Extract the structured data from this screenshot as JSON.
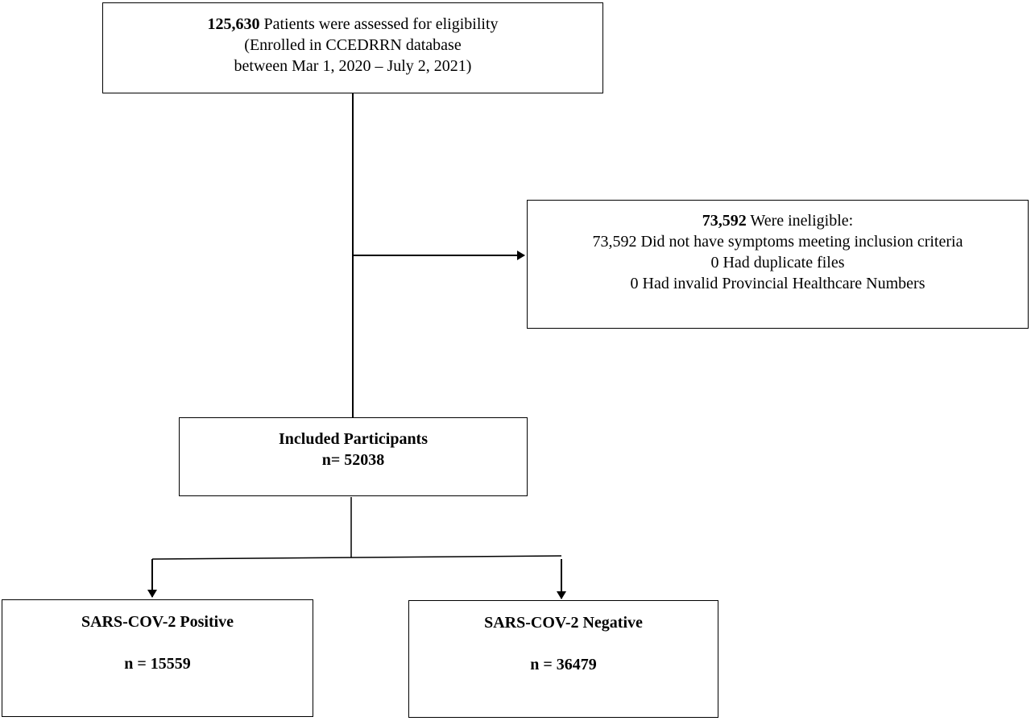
{
  "assessed": {
    "count": "125,630",
    "label": " Patients were assessed for eligibility",
    "line2": "(Enrolled in CCEDRRN database",
    "line3": "between Mar 1, 2020 – July 2, 2021)"
  },
  "ineligible": {
    "count": "73,592",
    "label": " Were ineligible:",
    "reasons": [
      "73,592 Did not have symptoms meeting inclusion criteria",
      "0 Had duplicate files",
      "0 Had invalid Provincial Healthcare Numbers"
    ]
  },
  "included": {
    "title": "Included Participants",
    "n": "n= 52038"
  },
  "positive": {
    "title": "SARS-COV-2 Positive",
    "n": "n = 15559"
  },
  "negative": {
    "title": "SARS-COV-2 Negative",
    "n": "n = 36479"
  }
}
